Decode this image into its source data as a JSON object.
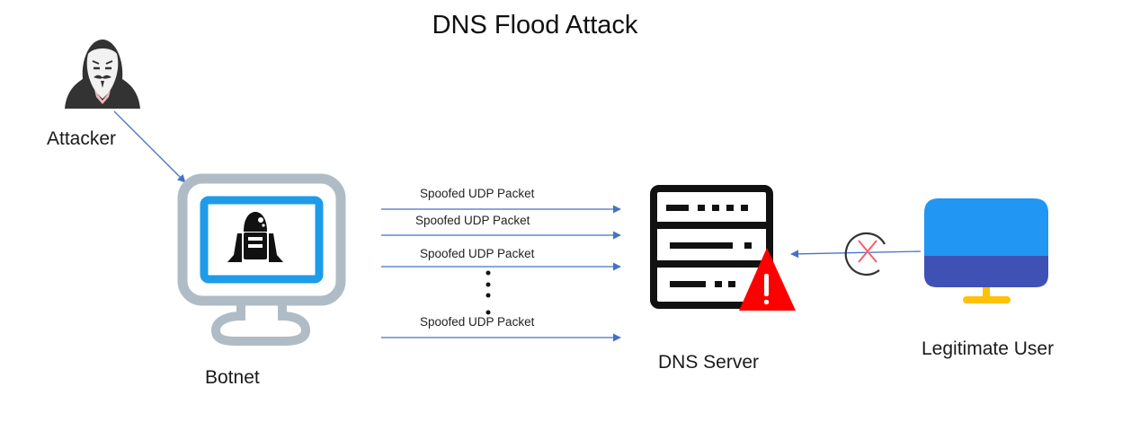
{
  "diagram": {
    "title": "DNS Flood Attack",
    "nodes": {
      "attacker": {
        "label": "Attacker",
        "icon": "hacker-anonymous-mask-icon"
      },
      "botnet": {
        "label": "Botnet",
        "icon": "robot-monitor-icon"
      },
      "dns_server": {
        "label": "DNS Server",
        "icon": "server-rack-icon",
        "status_icon": "warning-triangle-icon"
      },
      "legitimate_user": {
        "label": "Legitimate User",
        "icon": "desktop-monitor-icon"
      }
    },
    "packets": [
      {
        "label": "Spoofed UDP Packet"
      },
      {
        "label": "Spoofed UDP Packet"
      },
      {
        "label": "Spoofed UDP Packet"
      },
      {
        "label": "Spoofed UDP Packet"
      }
    ],
    "blocked_request_icon": "blocked-x-circle-icon",
    "colors": {
      "arrow": "#4472c4",
      "monitor_frame": "#b0bcc5",
      "screen_border": "#1e9be9",
      "warning": "#ff0000",
      "user_screen_top": "#2196f3",
      "user_screen_bottom": "#3f51b5",
      "user_stand": "#ffc107",
      "blocked_x": "#f06070"
    }
  }
}
